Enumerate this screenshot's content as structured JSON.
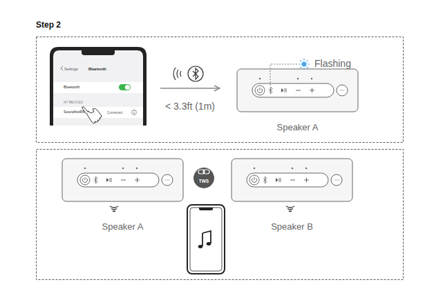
{
  "diagram": {
    "title": "Step 2",
    "nodes": [
      {
        "text": [
          "Settings",
          "Bluetooth",
          "Bluetooth",
          "MY DEVICES",
          "SoundhotR6",
          "Connected"
        ]
      },
      {
        "text": [
          "Speaker A"
        ]
      },
      {
        "text": [
          "Speaker A"
        ]
      },
      {
        "text": [
          "TWS"
        ]
      },
      {
        "text": [
          "Speaker B"
        ]
      }
    ],
    "edges": [
      {
        "from": 0,
        "to": 1,
        "arrow": "to",
        "label": "< 3.3ft (1m)"
      }
    ],
    "labels": [
      "Flashing"
    ]
  }
}
